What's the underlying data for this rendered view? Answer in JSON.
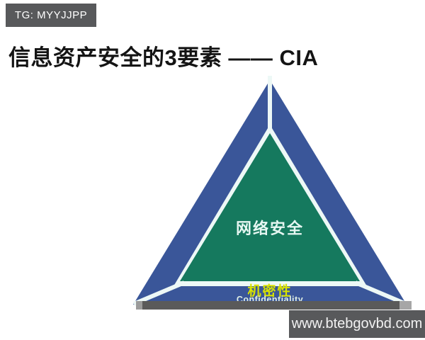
{
  "slide": {
    "title": "信息资产安全的3要素 —— CIA",
    "title_color": "#141414",
    "background": "#ffffff"
  },
  "tg_badge": {
    "label": "TG: MYYJJPP",
    "bg": "#58595b",
    "color": "#ffffff"
  },
  "site_banner": {
    "label": "www.btebgovbd.com",
    "bg": "#58595b",
    "color": "#f2f2f2"
  },
  "redaction_bar": {
    "color": "#5a5a5a",
    "left_cap_color": "#9b9b9b",
    "right_cap_color": "#a6a6a6"
  },
  "diagram": {
    "type": "cia-security-triangle",
    "frame_color": "#3a5699",
    "core_color": "#15795e",
    "gap_color": "#edf8f6",
    "core_label": {
      "text": "网络安全",
      "color": "#e6f7f2"
    },
    "bottom_side_label": {
      "text": "机密性",
      "color": "#d9e300"
    },
    "bottom_side_sublabel": {
      "text": "Confidentiality",
      "color": "#dfeee4"
    }
  }
}
